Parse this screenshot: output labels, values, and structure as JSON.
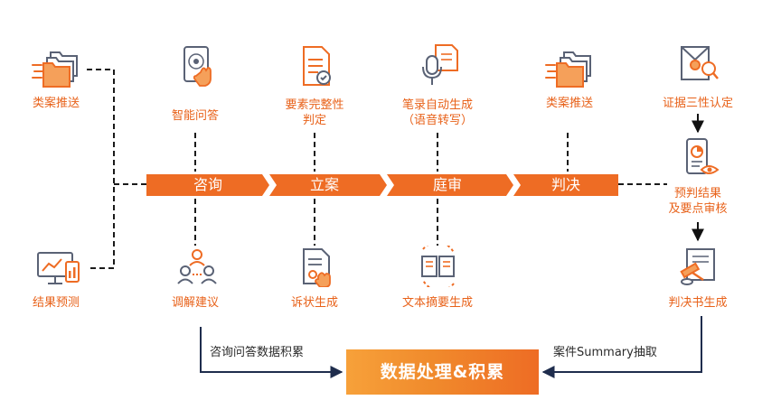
{
  "colors": {
    "accent": "#ee6c24",
    "dark": "#1f2d4d",
    "text": "#2b2b2b",
    "line": "#1a1a1a"
  },
  "stages": [
    {
      "label": "咨询"
    },
    {
      "label": "立案"
    },
    {
      "label": "庭审"
    },
    {
      "label": "判决"
    }
  ],
  "top": {
    "left_push": "类案推送",
    "consult_qa": "智能问答",
    "filing_check_line1": "要素完整性",
    "filing_check_line2": "判定",
    "transcript_line1": "笔录自动生成",
    "transcript_line2": "（语音转写）",
    "right_push": "类案推送"
  },
  "bottom": {
    "result_predict": "结果预测",
    "mediation": "调解建议",
    "complaint_gen": "诉状生成",
    "summary_gen": "文本摘要生成"
  },
  "right_chain": {
    "evidence": "证据三性认定",
    "prejudge_line1": "预判结果",
    "prejudge_line2": "及要点审核",
    "verdict_doc": "判决书生成"
  },
  "flow": {
    "left_label": "咨询问答数据积累",
    "right_label": "案件Summary抽取",
    "core_label": "数据处理&积累"
  },
  "icons": [
    "folders-icon",
    "touch-screen-icon",
    "document-check-icon",
    "microphone-doc-icon",
    "monitor-chart-icon",
    "people-network-icon",
    "document-hand-icon",
    "documents-refresh-icon",
    "evidence-search-icon",
    "phone-chart-eye-icon",
    "scroll-gavel-icon"
  ]
}
